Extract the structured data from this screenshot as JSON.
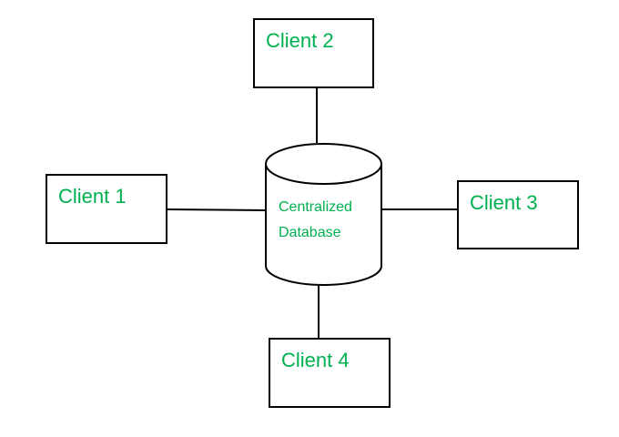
{
  "colors": {
    "label": "#00b050",
    "stroke": "#000000",
    "background": "#ffffff"
  },
  "database": {
    "label_line_1": "Centralized",
    "label_line_2": "Database"
  },
  "clients": [
    {
      "label": "Client 1"
    },
    {
      "label": "Client 2"
    },
    {
      "label": "Client 3"
    },
    {
      "label": "Client 4"
    }
  ]
}
